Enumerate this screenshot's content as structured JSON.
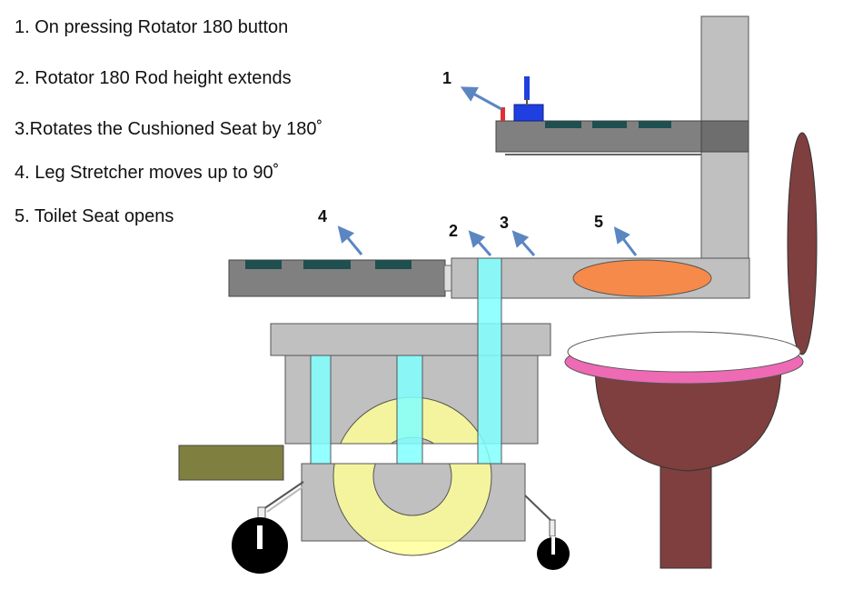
{
  "steps": [
    "1. On pressing Rotator 180 button",
    "2. Rotator 180 Rod  height extends",
    "3.Rotates the Cushioned Seat by 180˚",
    "4. Leg Stretcher moves up to 90˚",
    "5. Toilet Seat opens"
  ],
  "callouts": [
    "1",
    "2",
    "3",
    "4",
    "5"
  ],
  "colors": {
    "panel_gray": "#c0c0c0",
    "dark_gray": "#808080",
    "rod_cyan": "#80ffff",
    "wheel_yellow": "#ffff99",
    "cushion_orange": "#f58a4a",
    "toilet_brown": "#7f3f3f",
    "toilet_rim_pink": "#ee6ab4",
    "arrow_blue": "#5b86c2",
    "footrest_olive": "#7f7f40",
    "slot_teal": "#1f4f4f",
    "button_blue": "#1f3fe0",
    "button_red": "#e03030"
  }
}
